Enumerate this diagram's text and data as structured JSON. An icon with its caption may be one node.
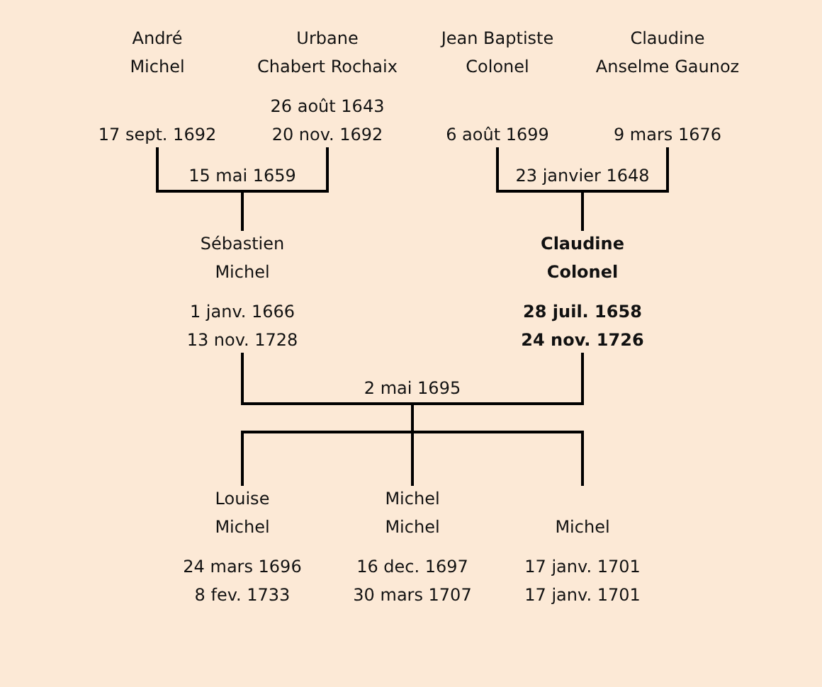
{
  "diagram": {
    "nodes": [
      {
        "text": [
          "André",
          "Michel",
          "17 sept. 1692"
        ]
      },
      {
        "text": [
          "Urbane",
          "Chabert Rochaix",
          "26 août 1643",
          "20 nov. 1692"
        ]
      },
      {
        "text": [
          "Jean Baptiste",
          "Colonel",
          "6 août 1699"
        ]
      },
      {
        "text": [
          "Claudine",
          "Anselme Gaunoz",
          "9 mars 1676"
        ]
      },
      {
        "text": [
          "Sébastien",
          "Michel",
          "1 janv. 1666",
          "13 nov. 1728"
        ]
      },
      {
        "text": [
          "Claudine",
          "Colonel",
          "28 juil. 1658",
          "24 nov. 1726"
        ]
      },
      {
        "text": [
          "Louise",
          "Michel",
          "24 mars 1696",
          "8 fev. 1733"
        ]
      },
      {
        "text": [
          "Michel",
          "Michel",
          "16 dec. 1697",
          "30 mars 1707"
        ]
      },
      {
        "text": [
          "Michel",
          "17 janv. 1701",
          "17 janv. 1701"
        ]
      }
    ],
    "edges": [
      {
        "from": 0,
        "to": 4,
        "arrow": "none",
        "label": "15 mai 1659"
      },
      {
        "from": 1,
        "to": 4,
        "arrow": "none"
      },
      {
        "from": 2,
        "to": 5,
        "arrow": "none",
        "label": "23 janvier 1648"
      },
      {
        "from": 3,
        "to": 5,
        "arrow": "none"
      },
      {
        "from": 4,
        "to": 6,
        "arrow": "none",
        "label": "2 mai 1695"
      },
      {
        "from": 4,
        "to": 7,
        "arrow": "none"
      },
      {
        "from": 4,
        "to": 8,
        "arrow": "none"
      },
      {
        "from": 5,
        "to": 6,
        "arrow": "none"
      },
      {
        "from": 5,
        "to": 7,
        "arrow": "none"
      },
      {
        "from": 5,
        "to": 8,
        "arrow": "none"
      }
    ]
  }
}
